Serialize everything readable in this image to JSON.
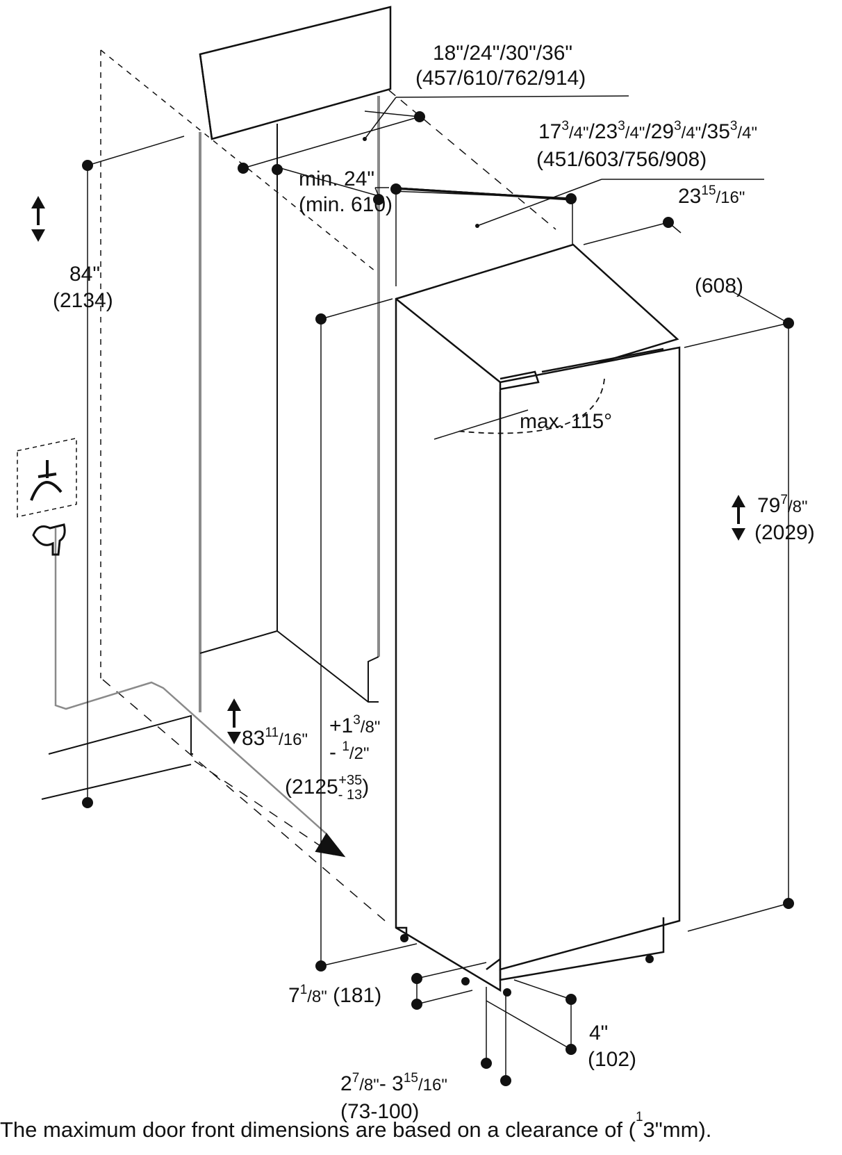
{
  "diagram": {
    "panel_width": {
      "inches": "18\"/24\"/30\"/36\"",
      "mm": "(457/610/762/914)"
    },
    "unit_width": {
      "w1": "17",
      "w2": "23",
      "w3": "29",
      "w4": "35",
      "frac_num": "3",
      "frac_den": "/4\"",
      "mm": "(451/603/756/908)"
    },
    "min_depth": {
      "inches": "min. 24\"",
      "mm": "(min. 610)"
    },
    "depth": {
      "whole": "23",
      "frac_num": "15",
      "frac_den": "/16\"",
      "mm": "(608)"
    },
    "niche_height": {
      "inches": "84\"",
      "mm": "(2134)"
    },
    "unit_height": {
      "whole": "79",
      "frac_num": "7",
      "frac_den": "/8\"",
      "mm": "(2029)"
    },
    "door_angle": "max. 115°",
    "overall_height": {
      "whole": "83",
      "frac_num": "11",
      "frac_den": "/16\"",
      "tol_plus": "+1",
      "tol_plus_num": "3",
      "tol_plus_den": "/8\"",
      "tol_minus": "-",
      "tol_minus_num": "1",
      "tol_minus_den": "/2\"",
      "mm": "(2125",
      "mm_plus": "+35",
      "mm_minus": "- 13",
      "mm_close": ")"
    },
    "toe_kick": {
      "whole": "7",
      "frac_num": "1",
      "frac_den": "/8\"",
      "mm": "(181)"
    },
    "plinth_height": {
      "inches": "4\"",
      "mm": "(102)"
    },
    "plinth_depth": {
      "a": "2",
      "a_num": "7",
      "a_den": "/8\"",
      "dash": "- 3",
      "b_num": "15",
      "b_den": "/16\"",
      "mm": "(73-100)"
    }
  },
  "footnote": {
    "text": "The maximum door front dimensions are based on a clearance of (",
    "sup": "1",
    "tail": "3\"",
    "tail2": "mm)."
  }
}
